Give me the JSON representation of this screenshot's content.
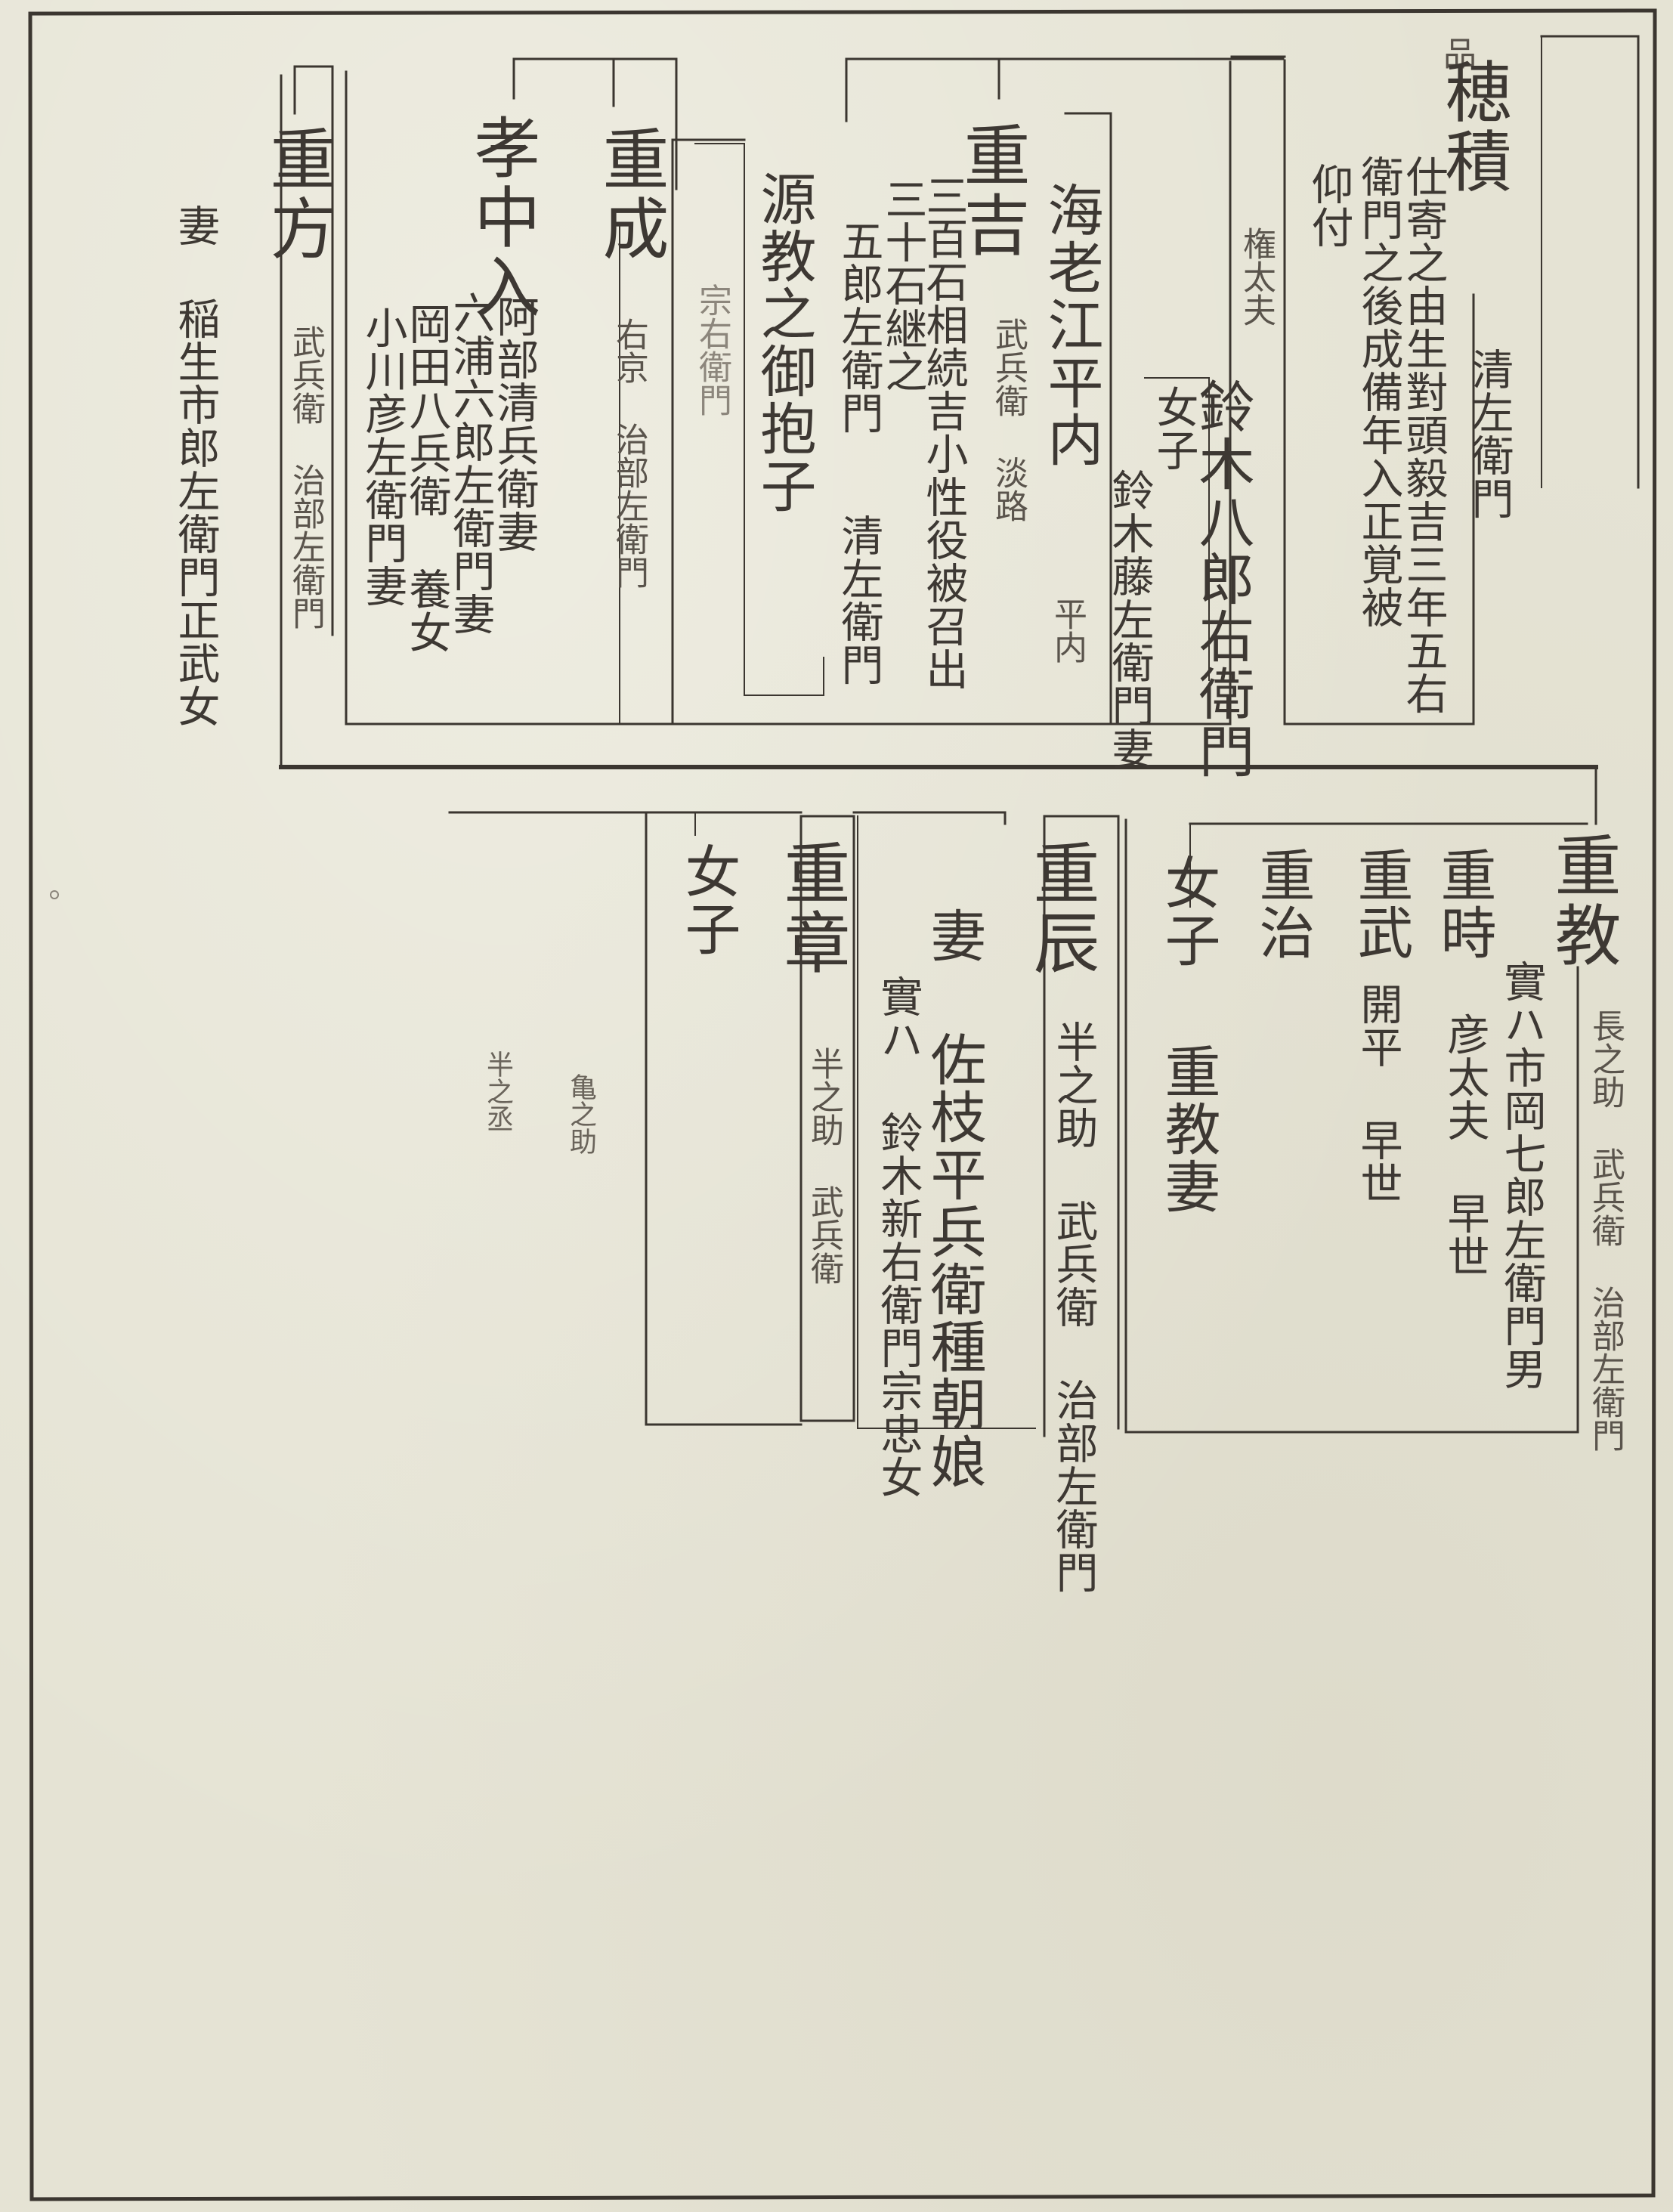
{
  "top_branch": {
    "hozumi": {
      "mark": "品",
      "name": "穂積",
      "title": "清左衛門",
      "note_1": "仕寄之由生對頭毅吉三年五右",
      "note_2": "衛門之後成備年入正覚被",
      "note_3": "仰付"
    },
    "gon": {
      "name": "権太夫",
      "spouse": "鈴木八郎右衛門",
      "daughter_label": "女子",
      "daughter_spouse": "鈴木藤左衛門妻"
    },
    "kai": {
      "name": "海老江平内",
      "note": "平内"
    },
    "shigeyoshi": {
      "name": "重吉",
      "title": "武兵衛 淡路",
      "note_1": "三百石相続吉小性役被召出",
      "note_2": "三十石継之",
      "note_3": "五郎左衛門",
      "note_4": "清左衛門"
    },
    "minamoto": {
      "name": "源教之御抱子",
      "note": "宗右衛門"
    },
    "shigenari": {
      "name": "重成",
      "title": "右京 治部左衛門"
    },
    "kochuu": {
      "name": "孝中入",
      "note_1": "阿部清兵衛妻",
      "note_2": "六浦六郎左衛門妻",
      "note_3": "岡田八兵衛 養女",
      "note_4": "小川彦左衛門妻"
    },
    "shigekata": {
      "name": "重方",
      "title": "武兵衛 治部左衛門",
      "spouse": "妻 稲生市郎左衛門正武女"
    }
  },
  "bottom_branch": {
    "shigenori": {
      "name": "重教",
      "title": "長之助 武兵衛 治部左衛門"
    },
    "shigetoki": {
      "name": "重時",
      "note_1": "實ハ市岡七郎左衛門男",
      "note_2": "彦太夫 早世"
    },
    "shigetake": {
      "name": "重武",
      "note": "開平 早世"
    },
    "shigeharu": {
      "name": "重治"
    },
    "daughter": {
      "label": "女子",
      "note": "重教妻"
    },
    "shigetatsu": {
      "name": "重辰",
      "title": "半之助 武兵衛 治部左衛門",
      "spouse_1": "妻 佐枝平兵衛種朝娘",
      "spouse_2": "實ハ 鈴木新右衛門宗忠女"
    },
    "shigeaki": {
      "name": "重章",
      "title": "半之助 武兵衛"
    },
    "daughter_2": {
      "label": "女子"
    },
    "margin_note_1": "亀之助",
    "margin_note_2": "半之丞"
  }
}
